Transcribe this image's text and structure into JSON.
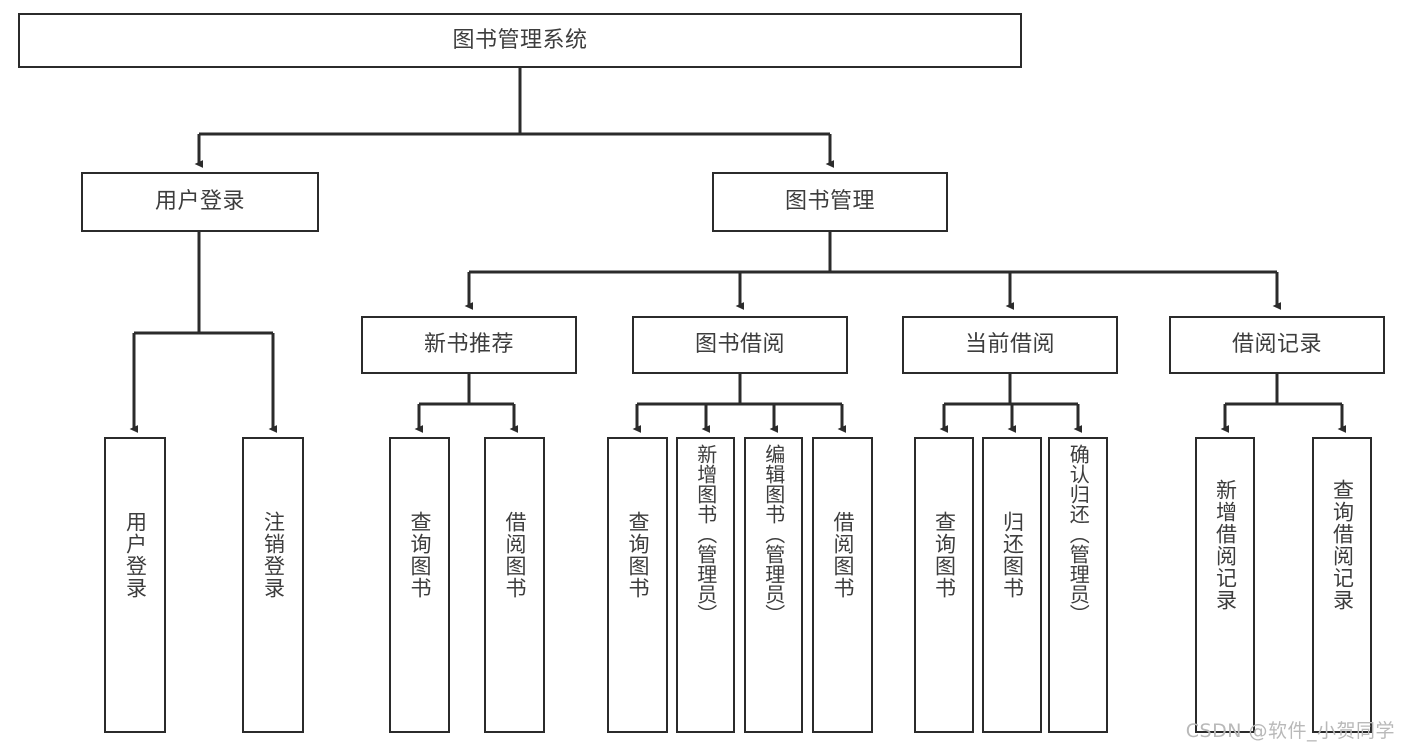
{
  "diagram": {
    "title": "图书管理系统",
    "type": "tree",
    "watermark": "CSDN @软件_小贺同学",
    "colors": {
      "stroke": "#2b2b2b",
      "text": "#3d3d3d",
      "background": "#ffffff",
      "watermark": "#b9b9b9"
    },
    "levels": {
      "root": {
        "label": "图书管理系统"
      },
      "level2": [
        {
          "label": "用户登录"
        },
        {
          "label": "图书管理"
        }
      ],
      "level3": [
        {
          "label": "新书推荐"
        },
        {
          "label": "图书借阅"
        },
        {
          "label": "当前借阅"
        },
        {
          "label": "借阅记录"
        }
      ],
      "leaves": [
        {
          "label": "用户登录",
          "parent": "用户登录"
        },
        {
          "label": "注销登录",
          "parent": "用户登录"
        },
        {
          "label": "查询图书",
          "parent": "新书推荐"
        },
        {
          "label": "借阅图书",
          "parent": "新书推荐"
        },
        {
          "label": "查询图书",
          "parent": "图书借阅"
        },
        {
          "label": "新增图书（管理员）",
          "parent": "图书借阅"
        },
        {
          "label": "编辑图书（管理员）",
          "parent": "图书借阅"
        },
        {
          "label": "借阅图书",
          "parent": "图书借阅"
        },
        {
          "label": "查询图书",
          "parent": "当前借阅"
        },
        {
          "label": "归还图书",
          "parent": "当前借阅"
        },
        {
          "label": "确认归还（管理员）",
          "parent": "当前借阅"
        },
        {
          "label": "新增借阅记录",
          "parent": "借阅记录"
        },
        {
          "label": "查询借阅记录",
          "parent": "借阅记录"
        }
      ]
    }
  }
}
